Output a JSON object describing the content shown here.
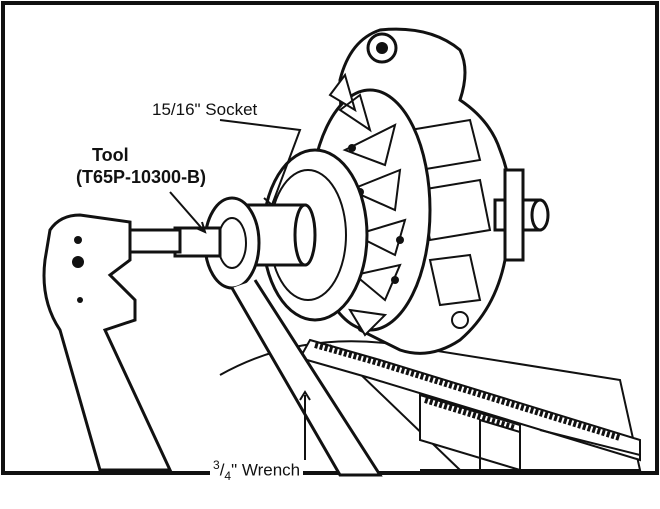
{
  "figure": {
    "labels": {
      "socket": "15/16\" Socket",
      "tool_line1": "Tool",
      "tool_line2": "(T65P-10300-B)",
      "wrench_num": "3",
      "wrench_den": "4",
      "wrench_text": "\" Wrench"
    },
    "colors": {
      "ink": "#111111",
      "paper": "#ffffff"
    }
  }
}
